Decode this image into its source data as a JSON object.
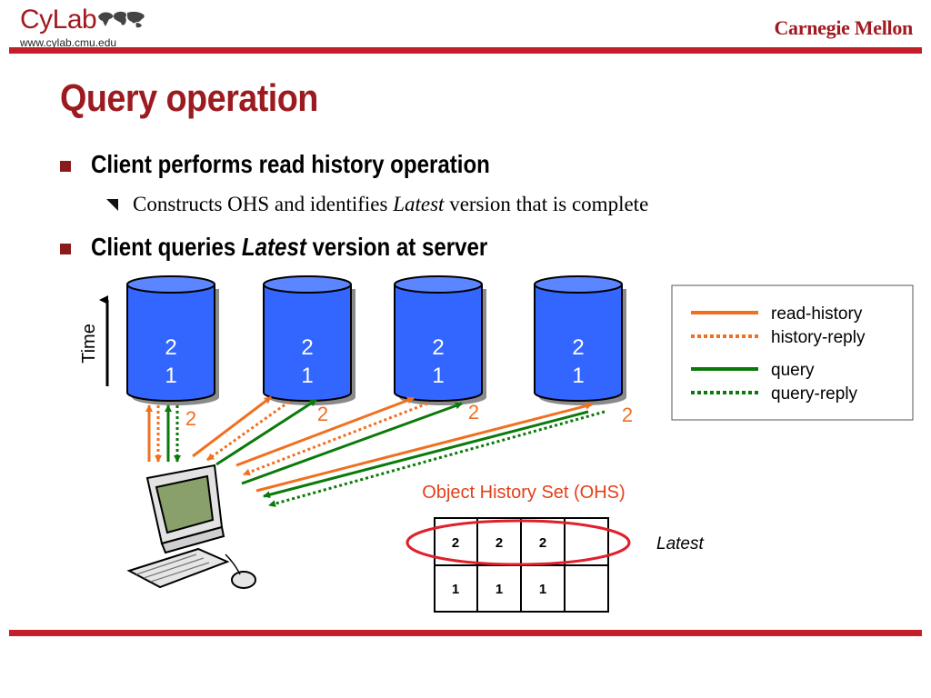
{
  "header": {
    "logo_left": "CyLab",
    "logo_url": "www.cylab.cmu.edu",
    "logo_right": "Carnegie Mellon"
  },
  "title": "Query operation",
  "bullets": [
    {
      "text": "Client performs read history operation",
      "sub": {
        "pre": "Constructs OHS and identifies ",
        "em": "Latest",
        "post": " version that is complete"
      }
    },
    {
      "pre": "Client queries ",
      "em": "Latest",
      "post": " version at server"
    }
  ],
  "diagram": {
    "time_label": "Time",
    "servers": [
      {
        "top": "2",
        "bottom": "1",
        "reply": "2"
      },
      {
        "top": "2",
        "bottom": "1",
        "reply": "2"
      },
      {
        "top": "2",
        "bottom": "1",
        "reply": "2"
      },
      {
        "top": "2",
        "bottom": "1",
        "reply": "2"
      }
    ],
    "ohs_label": "Object History Set (OHS)",
    "ohs_table": [
      [
        "2",
        "2",
        "2",
        ""
      ],
      [
        "1",
        "1",
        "1",
        ""
      ]
    ],
    "latest_label": "Latest",
    "legend": [
      {
        "label": "read-history",
        "color": "#f07020",
        "style": "solid"
      },
      {
        "label": "history-reply",
        "color": "#f07020",
        "style": "dotted"
      },
      {
        "label": "query",
        "color": "#0a7a0a",
        "style": "solid"
      },
      {
        "label": "query-reply",
        "color": "#0a7a0a",
        "style": "dotted"
      }
    ],
    "colors": {
      "orange": "#f07020",
      "green": "#0a7a0a",
      "server_blue": "#3366ff",
      "accent_red": "#c41e2a"
    }
  }
}
